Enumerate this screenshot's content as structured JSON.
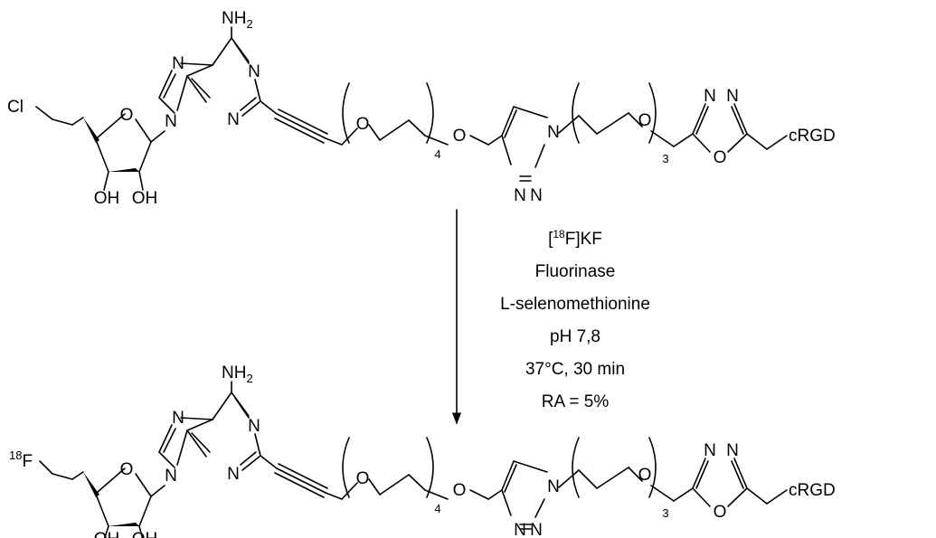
{
  "atoms": {
    "nh2": "NH",
    "nh2_sub": "2",
    "n": "N",
    "o": "O",
    "oh": "OH",
    "cl": "Cl",
    "f18_sup": "18",
    "f": "F",
    "rgd": "cRGD"
  },
  "repeat": {
    "peg4": "4",
    "peg3": "3"
  },
  "conditions": {
    "l1_pre": "[",
    "l1_sup": "18",
    "l1_post": "F]KF",
    "l2": "Fluorinase",
    "l3": "L-selenomethionine",
    "l4": "pH 7,8",
    "l5": "37°C, 30 min",
    "l6": "RA = 5%"
  }
}
